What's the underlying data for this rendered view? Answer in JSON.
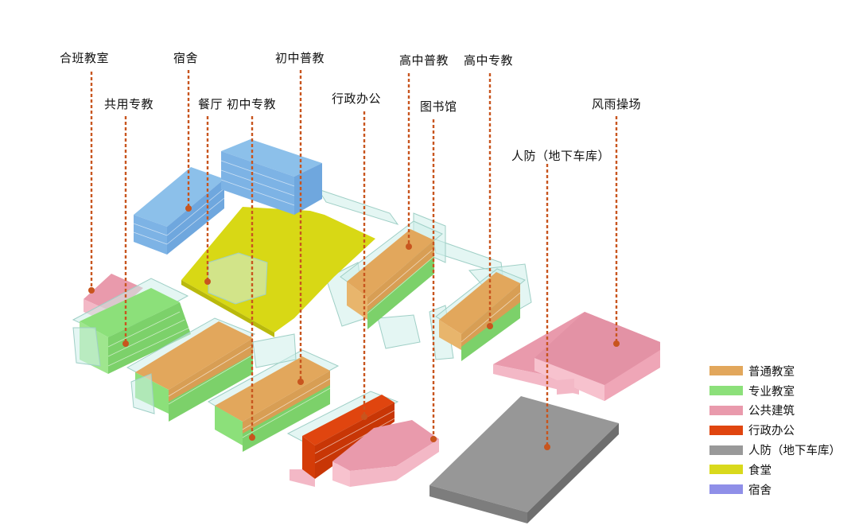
{
  "labels": {
    "hebanjiaoshi": "合班教室",
    "gongyongzhuanjiao": "共用专教",
    "sushe": "宿舍",
    "canting": "餐厅",
    "chuzhongzhuanjiao": "初中专教",
    "chuzhongpujiao": "初中普教",
    "xingzhengbangong": "行政办公",
    "gaozhongpujiao": "高中普教",
    "tushuguan": "图书馆",
    "gaozhongzhuanjiao": "高中专教",
    "fengyucaochang": "风雨操场",
    "renfang": "人防（地下车库）"
  },
  "legend": [
    {
      "label": "普通教室",
      "color": "#E2A75C"
    },
    {
      "label": "专业教室",
      "color": "#8CE07A"
    },
    {
      "label": "公共建筑",
      "color": "#E99AAC"
    },
    {
      "label": "行政办公",
      "color": "#E0450F"
    },
    {
      "label": "人防（地下车库）",
      "color": "#999999"
    },
    {
      "label": "食堂",
      "color": "#D9D91C"
    },
    {
      "label": "宿舍",
      "color": "#8F8FE8"
    }
  ],
  "colors": {
    "leader_line": "#C8551E",
    "dormitory_blue": "#7FB7E8",
    "glass": "#CDEFEA"
  }
}
